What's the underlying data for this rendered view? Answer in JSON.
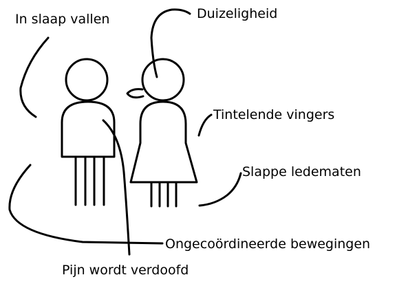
{
  "labels": {
    "falling_asleep": "In slaap vallen",
    "dizziness": "Duizeligheid",
    "tingling_fingers": "Tintelende vingers",
    "limp_limbs": "Slappe ledematen",
    "uncoordinated_movements": "Ongecoördineerde bewegingen",
    "pain_dulled": "Pijn wordt verdoofd"
  },
  "colors": {
    "stroke": "#000000",
    "background": "#ffffff"
  }
}
